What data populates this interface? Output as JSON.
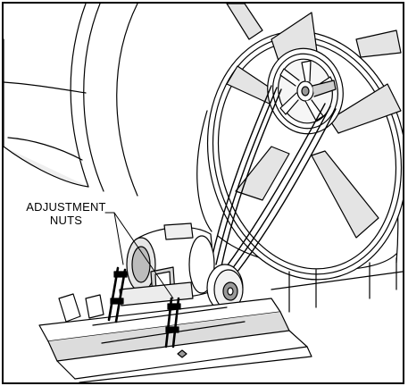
{
  "callout": {
    "line1": "ADJUSTMENT",
    "line2": "NUTS"
  },
  "colors": {
    "line": "#000000",
    "shade_dark": "#9a9a9a",
    "shade_light": "#d4d4d4",
    "background": "#ffffff"
  },
  "icons": {
    "fan_housing": "cylinder-housing-drawing",
    "fan_blades": "propeller-blades-drawing",
    "fan_pulley": "five-spoke-pulley-drawing",
    "belt": "v-belt-drawing",
    "motor": "electric-motor-drawing",
    "motor_pulley": "small-pulley-drawing",
    "base": "motor-mounting-rail-drawing"
  }
}
